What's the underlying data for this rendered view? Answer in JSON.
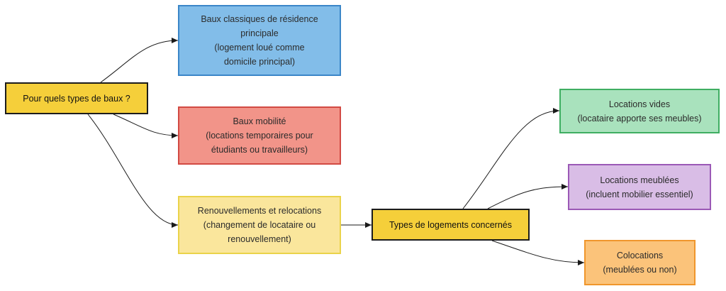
{
  "colors": {
    "hub_fill": "#f5cf3a",
    "classic_fill": "#82bde9",
    "classic_border": "#3b86c8",
    "mobilite_fill": "#f29489",
    "mobilite_border": "#d24a43",
    "renouv_fill": "#fae69c",
    "renouv_border": "#ead34a",
    "vides_fill": "#a9e2bd",
    "vides_border": "#3fae62",
    "meublees_fill": "#d9bde6",
    "meublees_border": "#9b59b6",
    "coloc_fill": "#fbc37a",
    "coloc_border": "#f0962c",
    "edge": "#1a1a1a"
  },
  "nodes": {
    "root": {
      "text": "Pour quels types de baux ?"
    },
    "classic": {
      "text": "Baux classiques de résidence\nprincipale\n(logement loué comme\ndomicile principal)"
    },
    "mobilite": {
      "text": "Baux mobilité\n(locations temporaires pour\nétudiants ou travailleurs)"
    },
    "renouv": {
      "text": "Renouvellements et relocations\n(changement de locataire ou\nrenouvellement)"
    },
    "types": {
      "text": "Types de logements concernés"
    },
    "vides": {
      "text": "Locations vides\n(locataire apporte ses meubles)"
    },
    "meublees": {
      "text": "Locations meublées\n(incluent mobilier essentiel)"
    },
    "coloc": {
      "text": "Colocations\n(meublées ou non)"
    }
  },
  "edges": [
    {
      "from": "root",
      "to": "classic"
    },
    {
      "from": "root",
      "to": "mobilite"
    },
    {
      "from": "root",
      "to": "renouv"
    },
    {
      "from": "renouv",
      "to": "types"
    },
    {
      "from": "types",
      "to": "vides"
    },
    {
      "from": "types",
      "to": "meublees"
    },
    {
      "from": "types",
      "to": "coloc"
    }
  ]
}
